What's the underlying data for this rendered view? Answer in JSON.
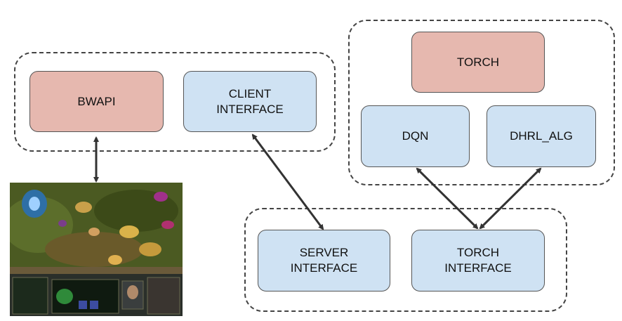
{
  "colors": {
    "library_fill": "#e6b8af",
    "component_fill": "#cfe2f3",
    "border": "#444444"
  },
  "boxes": {
    "bwapi": "BWAPI",
    "client_interface": "CLIENT\nINTERFACE",
    "torch": "TORCH",
    "dqn": "DQN",
    "dhrl_alg": "DHRL_ALG",
    "server_interface": "SERVER\nINTERFACE",
    "torch_interface": "TORCH\nINTERFACE"
  },
  "connections": [
    {
      "from": "bwapi",
      "to": "game-screenshot",
      "style": "double-arrow"
    },
    {
      "from": "client_interface",
      "to": "server_interface",
      "style": "double-arrow"
    },
    {
      "from": "dqn",
      "to": "torch_interface",
      "style": "double-arrow"
    },
    {
      "from": "dhrl_alg",
      "to": "torch_interface",
      "style": "double-arrow"
    }
  ],
  "image": {
    "subject": "StarCraft game screenshot"
  }
}
